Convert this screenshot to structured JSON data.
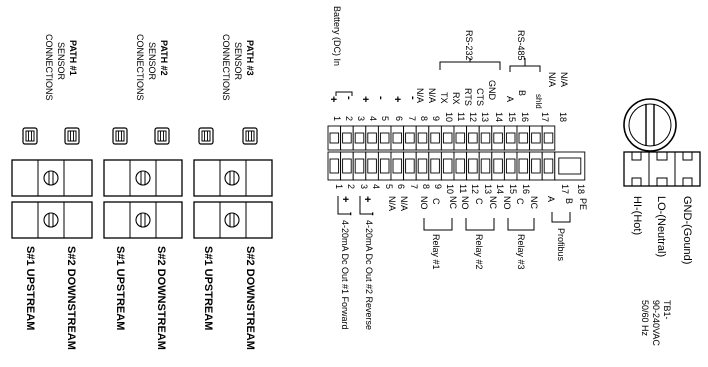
{
  "colors": {
    "ink": "#000000",
    "background": "#ffffff"
  },
  "paths": [
    {
      "title": "PATH #1",
      "sub1": "SENSOR",
      "sub2": "CONNECTIONS",
      "s1": "S#1 UPSTREAM",
      "s2": "S#2 DOWNSTREAM"
    },
    {
      "title": "PATH #2",
      "sub1": "SENSOR",
      "sub2": "CONNECTIONS",
      "s1": "S#1 UPSTREAM",
      "s2": "S#2 DOWNSTREAM"
    },
    {
      "title": "PATH #3",
      "sub1": "SENSOR",
      "sub2": "CONNECTIONS",
      "s1": "S#1 UPSTREAM",
      "s2": "S#2 DOWNSTREAM"
    }
  ],
  "top": {
    "battery": "Battery (DC) In",
    "rs232": "RS-232",
    "rs485": "RS-485",
    "signs": [
      "+",
      "-",
      "+",
      "-",
      "+",
      "-"
    ],
    "labels": [
      "N/A",
      "N/A",
      "TX",
      "RX",
      "RTS",
      "CTS",
      "GND",
      "A",
      "B",
      "shld",
      "N/A",
      "N/A"
    ],
    "pins": [
      "1",
      "2",
      "3",
      "4",
      "5",
      "6",
      "7",
      "8",
      "9",
      "10",
      "11",
      "12",
      "13",
      "14",
      "15",
      "16",
      "17",
      "18"
    ]
  },
  "bottom": {
    "pins": [
      "1",
      "2",
      "3",
      "4",
      "5",
      "6",
      "7",
      "8",
      "9",
      "10",
      "11",
      "12",
      "13",
      "14",
      "15",
      "16",
      "17",
      "18"
    ],
    "signs": [
      "+",
      "-",
      "+",
      "-"
    ],
    "labels": [
      "N/A",
      "N/A",
      "NO",
      "C",
      "NC",
      "NO",
      "C",
      "NC",
      "NO",
      "C",
      "NC",
      "A",
      "B",
      "PE"
    ],
    "out1": "4-20mA Dc Out #1 Forward",
    "out2": "4-20mA Dc Out #2 Reverse",
    "relay1": "Relay #1",
    "relay2": "Relay #2",
    "relay3": "Relay #3",
    "profibus": "Profibus"
  },
  "power": {
    "gnd": "GND-(Gound)",
    "lo": "LO-(Neutral)",
    "hi": "HI-(Hot)",
    "tb_title": "TB1-",
    "tb_volt": "90-240VAC",
    "tb_freq": "50/60 Hz"
  }
}
